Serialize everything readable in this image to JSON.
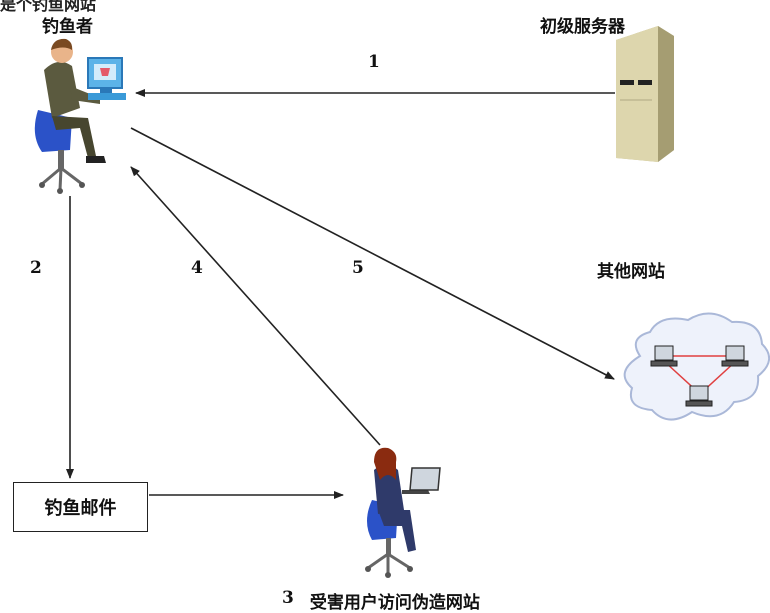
{
  "top_cut_text": "是个钓鱼网站",
  "nodes": {
    "phisher": "钓鱼者",
    "server": "初级服务器",
    "other_sites": "其他网站",
    "phishing_mail": "钓鱼邮件",
    "victim": "受害用户访问伪造网站"
  },
  "steps": {
    "s1": "1",
    "s2": "2",
    "s3": "3",
    "s4": "4",
    "s5": "5"
  },
  "colors": {
    "line": "#222222",
    "server_body": "#d8d3a8",
    "cloud_edge": "#aab8d8",
    "cloud_fill": "#eef2fb",
    "link": "#e04040"
  }
}
